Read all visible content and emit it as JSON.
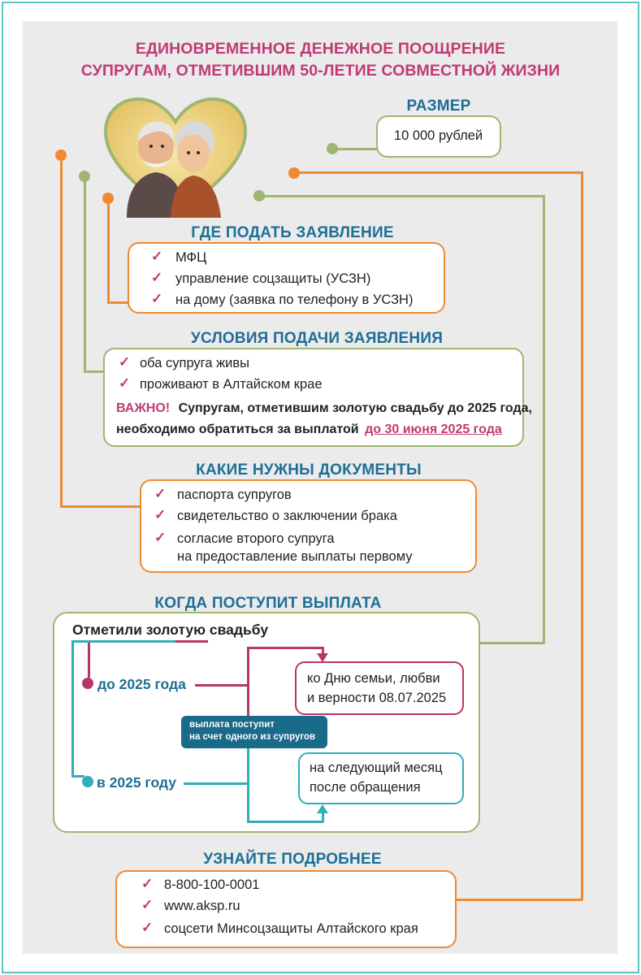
{
  "title": {
    "line1": "ЕДИНОВРЕМЕННОЕ ДЕНЕЖНОЕ ПООЩРЕНИЕ",
    "line2": "СУПРУГАМ, ОТМЕТИВШИМ 50-ЛЕТИЕ СОВМЕСТНОЙ ЖИЗНИ"
  },
  "size": {
    "heading": "РАЗМЕР",
    "amount": "10 000 рублей"
  },
  "where": {
    "heading": "ГДЕ ПОДАТЬ ЗАЯВЛЕНИЕ",
    "items": [
      "МФЦ",
      "управление соцзащиты (УСЗН)",
      "на дому (заявка по телефону в УСЗН)"
    ]
  },
  "conditions": {
    "heading": "УСЛОВИЯ ПОДАЧИ ЗАЯВЛЕНИЯ",
    "items": [
      "оба супруга живы",
      "проживают в Алтайском крае"
    ],
    "important_label": "ВАЖНО!",
    "important_text_1": "Супругам, отметившим золотую свадьбу до 2025 года,",
    "important_text_2": "необходимо обратиться за выплатой",
    "deadline": "до 30 июня 2025 года"
  },
  "documents": {
    "heading": "КАКИЕ НУЖНЫ ДОКУМЕНТЫ",
    "items": [
      "паспорта супругов",
      "свидетельство о заключении брака",
      "согласие второго супруга"
    ],
    "item3_line2": "на предоставление выплаты первому"
  },
  "payment": {
    "heading": "КОГДА ПОСТУПИТ ВЫПЛАТА",
    "subtitle": "Отметили золотую свадьбу",
    "before": "до 2025 года",
    "during": "в 2025 году",
    "before_result_1": "ко Дню семьи, любви",
    "before_result_2": "и верности 08.07.2025",
    "during_result_1": "на следующий месяц",
    "during_result_2": "после обращения",
    "note_1": "выплата поступит",
    "note_2": "на счет одного из супругов"
  },
  "more": {
    "heading": "УЗНАЙТЕ ПОДРОБНЕЕ",
    "items": [
      "8-800-100-0001",
      "www.aksp.ru",
      "соцсети Минсоцзащиты Алтайского края"
    ]
  },
  "colors": {
    "title": "#c03a74",
    "heading": "#1e6f96",
    "orange": "#f08a30",
    "green": "#9fb572",
    "teal": "#31aebb",
    "magenta": "#b9366a"
  }
}
